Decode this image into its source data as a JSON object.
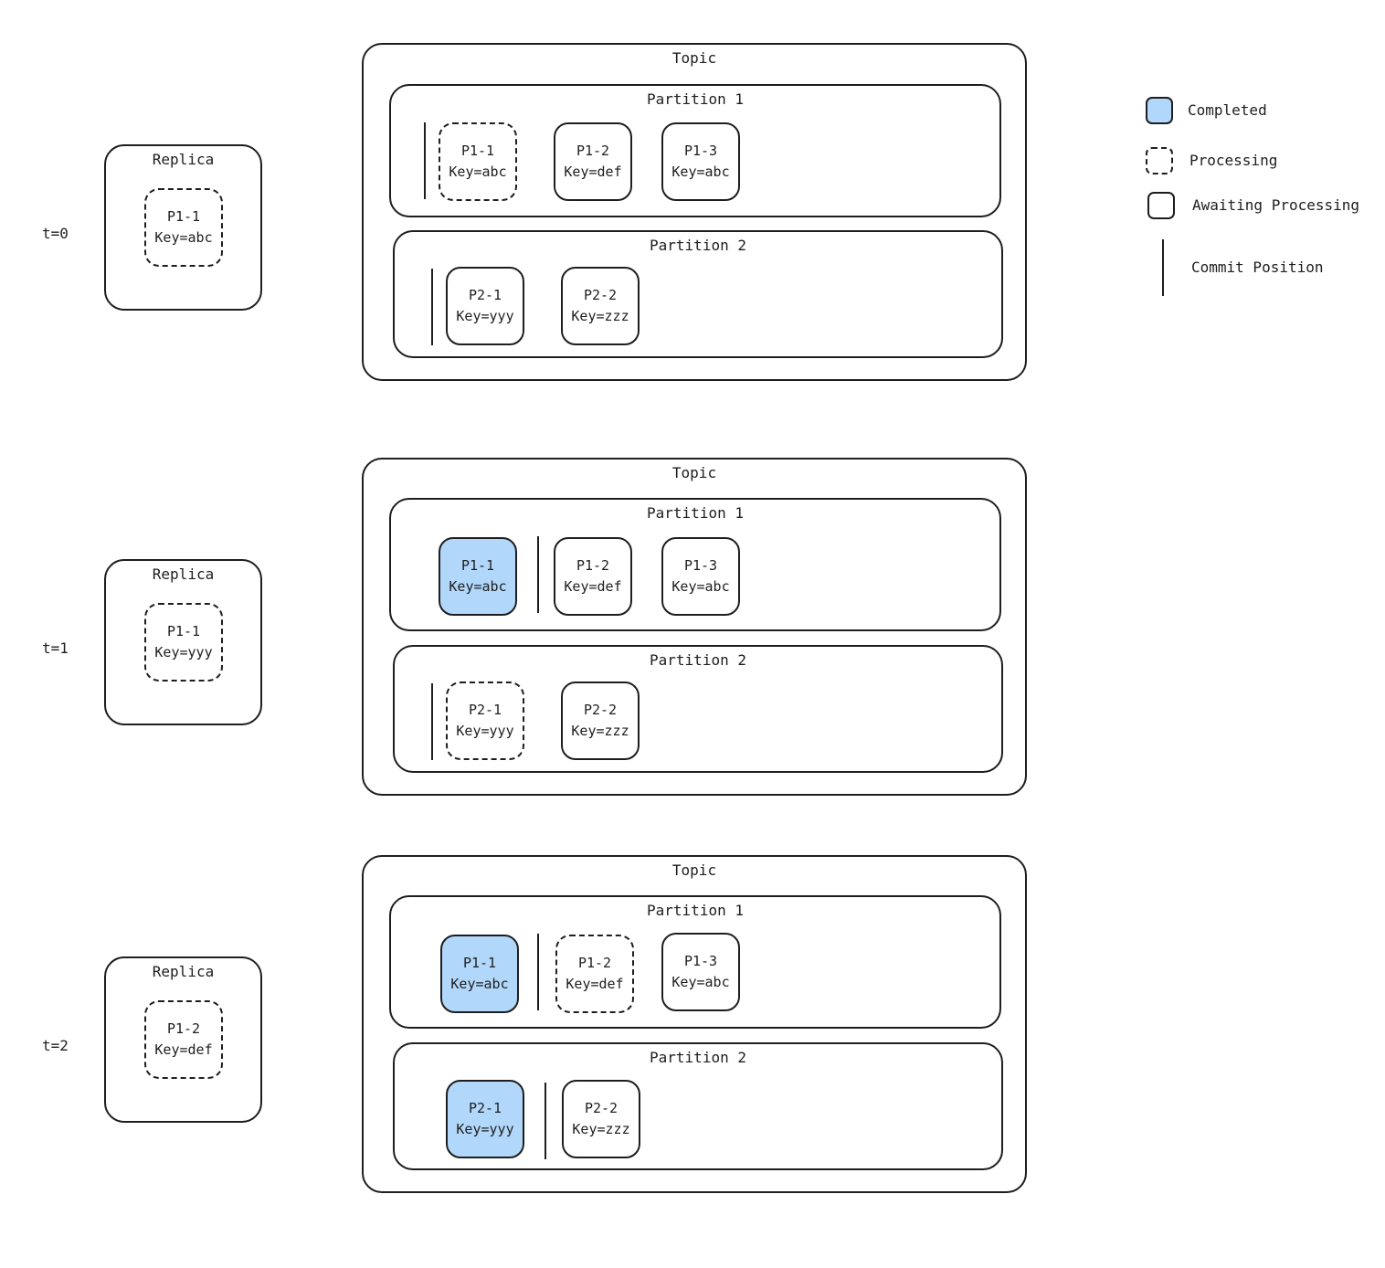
{
  "legend": {
    "completed": "Completed",
    "processing": "Processing",
    "awaiting": "Awaiting Processing",
    "commit": "Commit Position",
    "completed_color": "#b1d8fb"
  },
  "stages": [
    {
      "time": "t=0",
      "replica": {
        "title": "Replica",
        "id": "P1-1",
        "key": "Key=abc",
        "state": "processing"
      },
      "topic": {
        "title": "Topic",
        "partitions": [
          {
            "title": "Partition 1",
            "messages": [
              {
                "id": "P1-1",
                "key": "Key=abc",
                "state": "processing"
              },
              {
                "id": "P1-2",
                "key": "Key=def",
                "state": "awaiting"
              },
              {
                "id": "P1-3",
                "key": "Key=abc",
                "state": "awaiting"
              }
            ]
          },
          {
            "title": "Partition 2",
            "messages": [
              {
                "id": "P2-1",
                "key": "Key=yyy",
                "state": "awaiting"
              },
              {
                "id": "P2-2",
                "key": "Key=zzz",
                "state": "awaiting"
              }
            ]
          }
        ]
      }
    },
    {
      "time": "t=1",
      "replica": {
        "title": "Replica",
        "id": "P1-1",
        "key": "Key=yyy",
        "state": "processing"
      },
      "topic": {
        "title": "Topic",
        "partitions": [
          {
            "title": "Partition 1",
            "messages": [
              {
                "id": "P1-1",
                "key": "Key=abc",
                "state": "completed"
              },
              {
                "id": "P1-2",
                "key": "Key=def",
                "state": "awaiting"
              },
              {
                "id": "P1-3",
                "key": "Key=abc",
                "state": "awaiting"
              }
            ]
          },
          {
            "title": "Partition 2",
            "messages": [
              {
                "id": "P2-1",
                "key": "Key=yyy",
                "state": "processing"
              },
              {
                "id": "P2-2",
                "key": "Key=zzz",
                "state": "awaiting"
              }
            ]
          }
        ]
      }
    },
    {
      "time": "t=2",
      "replica": {
        "title": "Replica",
        "id": "P1-2",
        "key": "Key=def",
        "state": "processing"
      },
      "topic": {
        "title": "Topic",
        "partitions": [
          {
            "title": "Partition 1",
            "messages": [
              {
                "id": "P1-1",
                "key": "Key=abc",
                "state": "completed"
              },
              {
                "id": "P1-2",
                "key": "Key=def",
                "state": "processing"
              },
              {
                "id": "P1-3",
                "key": "Key=abc",
                "state": "awaiting"
              }
            ]
          },
          {
            "title": "Partition 2",
            "messages": [
              {
                "id": "P2-1",
                "key": "Key=yyy",
                "state": "completed"
              },
              {
                "id": "P2-2",
                "key": "Key=zzz",
                "state": "awaiting"
              }
            ]
          }
        ]
      }
    }
  ]
}
